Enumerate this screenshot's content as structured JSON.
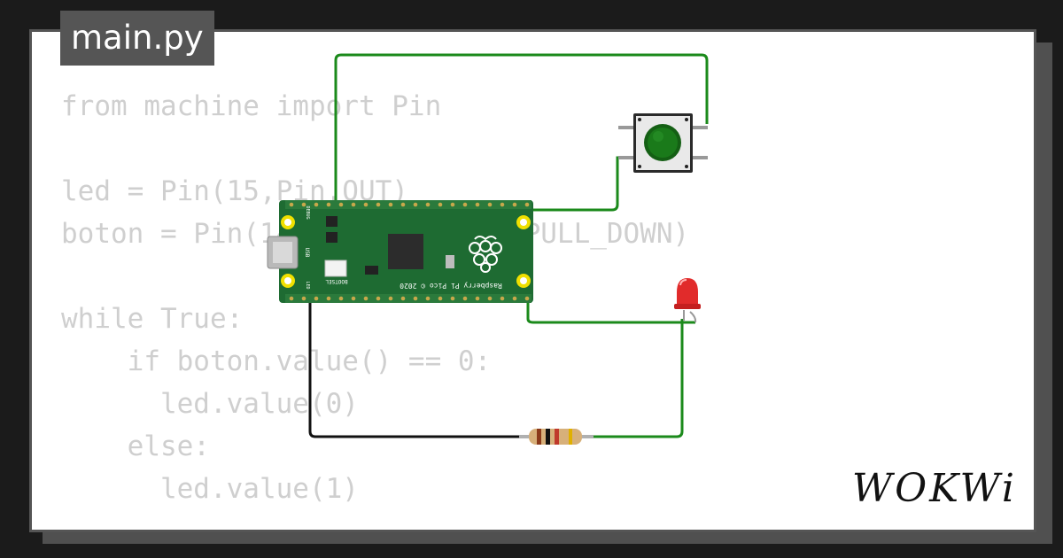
{
  "file": {
    "name": "main.py"
  },
  "code": {
    "text": "from machine import Pin\n\nled = Pin(15,Pin.OUT)\nboton = Pin(14, Pin.IN, Pin.PULL_DOWN)\n\nwhile True:\n    if boton.value() == 0:\n      led.value(0)\n    else:\n      led.value(1)"
  },
  "board": {
    "brand": "Raspberry Pi Pico © 2020",
    "bootsel_label": "BOOTSEL",
    "usb_label": "USB",
    "debug_label": "DEBUG",
    "led_label": "LED"
  },
  "components": {
    "pushbutton_icon": "pushbutton-icon",
    "led_icon": "led-icon",
    "resistor_icon": "resistor-icon",
    "led_color": "#e12b2b",
    "button_color": "#1a7a1a",
    "board_color": "#1e6b32"
  },
  "wires": {
    "green": "#1b8a1b",
    "black": "#111111"
  },
  "brand": {
    "logo_text": "WOKWi"
  }
}
